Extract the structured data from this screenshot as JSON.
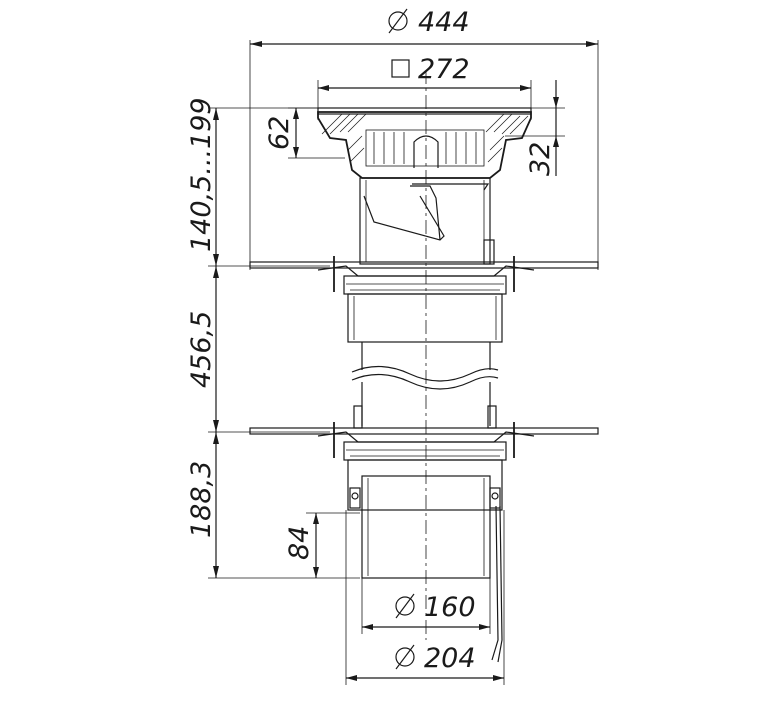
{
  "title": "",
  "dimensions": {
    "overall_diameter": "444",
    "grate_square": "272",
    "upper_height": "140,5...199",
    "grate_height": "62",
    "grate_offset": "32",
    "middle_height": "456,5",
    "lower_height": "188,3",
    "spigot_length": "84",
    "outlet_diameter_inner": "160",
    "outlet_diameter_outer": "204"
  },
  "symbols": {
    "diameter": "diameter-symbol",
    "square": "square-symbol"
  },
  "colors": {
    "ink": "#1a1a1a",
    "background": "#ffffff"
  }
}
